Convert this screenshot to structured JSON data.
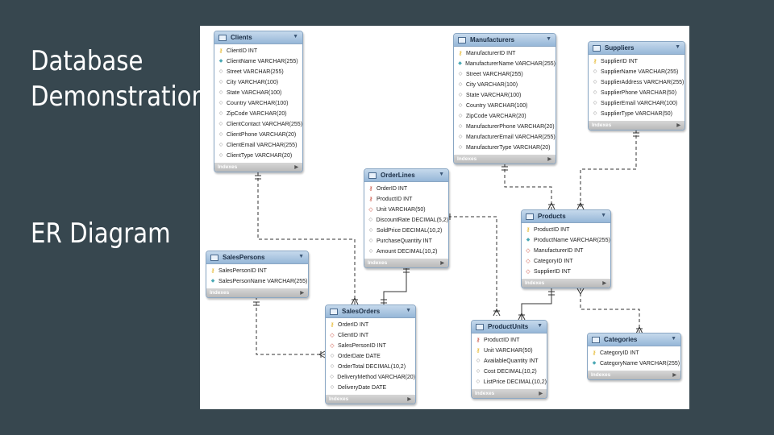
{
  "slide": {
    "title_line1": "Database",
    "title_line2": "Demonstration",
    "subtitle": "ER Diagram"
  },
  "diagram": {
    "indexes_label": "Indexes",
    "tables": {
      "clients": {
        "name": "Clients",
        "columns": [
          {
            "text": "ClientID INT",
            "key": "pk"
          },
          {
            "text": "ClientName VARCHAR(255)",
            "key": "filled"
          },
          {
            "text": "Street VARCHAR(255)",
            "key": "open"
          },
          {
            "text": "City VARCHAR(100)",
            "key": "open"
          },
          {
            "text": "State VARCHAR(100)",
            "key": "open"
          },
          {
            "text": "Country VARCHAR(100)",
            "key": "open"
          },
          {
            "text": "ZipCode VARCHAR(20)",
            "key": "open"
          },
          {
            "text": "ClientContact VARCHAR(255)",
            "key": "open"
          },
          {
            "text": "ClientPhone VARCHAR(20)",
            "key": "open"
          },
          {
            "text": "ClientEmail VARCHAR(255)",
            "key": "open"
          },
          {
            "text": "ClientType VARCHAR(20)",
            "key": "open"
          }
        ]
      },
      "manufacturers": {
        "name": "Manufacturers",
        "columns": [
          {
            "text": "ManufacturerID INT",
            "key": "pk"
          },
          {
            "text": "ManufacturerName VARCHAR(255)",
            "key": "filled"
          },
          {
            "text": "Street VARCHAR(255)",
            "key": "open"
          },
          {
            "text": "City VARCHAR(100)",
            "key": "open"
          },
          {
            "text": "State VARCHAR(100)",
            "key": "open"
          },
          {
            "text": "Country VARCHAR(100)",
            "key": "open"
          },
          {
            "text": "ZipCode VARCHAR(20)",
            "key": "open"
          },
          {
            "text": "ManufacturerPhone VARCHAR(20)",
            "key": "open"
          },
          {
            "text": "ManufacturerEmail VARCHAR(255)",
            "key": "open"
          },
          {
            "text": "ManufacturerType VARCHAR(20)",
            "key": "open"
          }
        ]
      },
      "suppliers": {
        "name": "Suppliers",
        "columns": [
          {
            "text": "SupplierID INT",
            "key": "pk"
          },
          {
            "text": "SupplierName VARCHAR(255)",
            "key": "open"
          },
          {
            "text": "SupplierAddress VARCHAR(255)",
            "key": "open"
          },
          {
            "text": "SupplierPhone VARCHAR(50)",
            "key": "open"
          },
          {
            "text": "SupplierEmail VARCHAR(100)",
            "key": "open"
          },
          {
            "text": "SupplierType VARCHAR(50)",
            "key": "open"
          }
        ]
      },
      "orderlines": {
        "name": "OrderLines",
        "columns": [
          {
            "text": "OrderID INT",
            "key": "fk"
          },
          {
            "text": "ProductID INT",
            "key": "fk"
          },
          {
            "text": "Unit VARCHAR(50)",
            "key": "fk-open"
          },
          {
            "text": "DiscountRate DECIMAL(5,2)",
            "key": "open"
          },
          {
            "text": "SoldPrice DECIMAL(10,2)",
            "key": "open"
          },
          {
            "text": "PurchaseQuantity INT",
            "key": "open"
          },
          {
            "text": "Amount DECIMAL(10,2)",
            "key": "open"
          }
        ]
      },
      "products": {
        "name": "Products",
        "columns": [
          {
            "text": "ProductID INT",
            "key": "pk"
          },
          {
            "text": "ProductName VARCHAR(255)",
            "key": "filled"
          },
          {
            "text": "ManufacturerID INT",
            "key": "fk-open"
          },
          {
            "text": "CategoryID INT",
            "key": "fk-open"
          },
          {
            "text": "SupplierID INT",
            "key": "fk-open"
          }
        ]
      },
      "salespersons": {
        "name": "SalesPersons",
        "columns": [
          {
            "text": "SalesPersonID INT",
            "key": "pk"
          },
          {
            "text": "SalesPersonName VARCHAR(255)",
            "key": "filled"
          }
        ]
      },
      "salesorders": {
        "name": "SalesOrders",
        "columns": [
          {
            "text": "OrderID INT",
            "key": "pk"
          },
          {
            "text": "ClientID INT",
            "key": "fk-open"
          },
          {
            "text": "SalesPersonID INT",
            "key": "fk-open"
          },
          {
            "text": "OrderDate DATE",
            "key": "open"
          },
          {
            "text": "OrderTotal DECIMAL(10,2)",
            "key": "open"
          },
          {
            "text": "DeliveryMethod VARCHAR(20)",
            "key": "open"
          },
          {
            "text": "DeliveryDate DATE",
            "key": "open"
          }
        ]
      },
      "productunits": {
        "name": "ProductUnits",
        "columns": [
          {
            "text": "ProductID INT",
            "key": "fk"
          },
          {
            "text": "Unit VARCHAR(50)",
            "key": "pk"
          },
          {
            "text": "AvailableQuantity INT",
            "key": "open"
          },
          {
            "text": "Cost DECIMAL(10,2)",
            "key": "open"
          },
          {
            "text": "ListPrice DECIMAL(10,2)",
            "key": "open"
          }
        ]
      },
      "categories": {
        "name": "Categories",
        "columns": [
          {
            "text": "CategoryID INT",
            "key": "pk"
          },
          {
            "text": "CategoryName VARCHAR(255)",
            "key": "filled"
          }
        ]
      }
    }
  }
}
